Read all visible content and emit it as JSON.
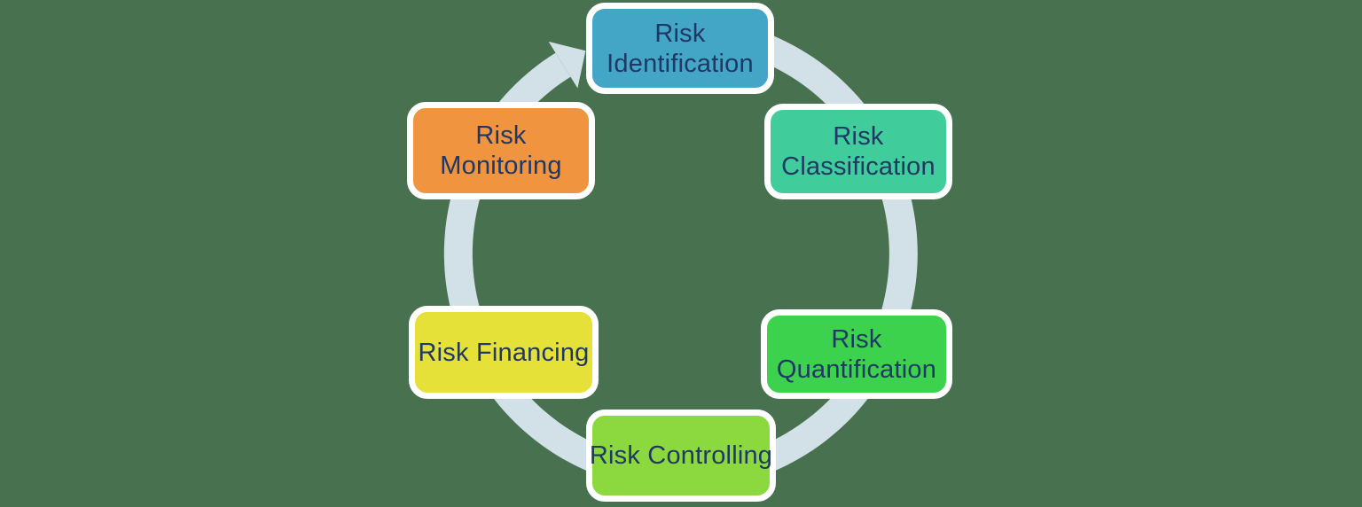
{
  "background_color": "#48714F",
  "diagram": {
    "type": "cycle",
    "ring": {
      "color": "#D2E0E8",
      "direction": "clockwise",
      "arrowhead": "top-left-pointing-clockwise"
    },
    "box_border_color": "#FFFFFF",
    "text_color": "#1F3864",
    "boxes": [
      {
        "id": "risk-identification",
        "label": "Risk Identification",
        "lines": [
          "Risk",
          "Identification"
        ],
        "color": "#44A6C6",
        "position": "top"
      },
      {
        "id": "risk-classification",
        "label": "Risk Classification",
        "lines": [
          "Risk",
          "Classification"
        ],
        "color": "#41CD9B",
        "position": "top-right"
      },
      {
        "id": "risk-quantification",
        "label": "Risk Quantification",
        "lines": [
          "Risk",
          "Quantification"
        ],
        "color": "#3DD24D",
        "position": "bottom-right"
      },
      {
        "id": "risk-controlling",
        "label": "Risk Controlling",
        "lines": [
          "Risk Controlling"
        ],
        "color": "#8CD93F",
        "position": "bottom"
      },
      {
        "id": "risk-financing",
        "label": "Risk Financing",
        "lines": [
          "Risk Financing"
        ],
        "color": "#E6E139",
        "position": "bottom-left"
      },
      {
        "id": "risk-monitoring",
        "label": "Risk Monitoring",
        "lines": [
          "Risk",
          "Monitoring"
        ],
        "color": "#F09440",
        "position": "top-left"
      }
    ]
  }
}
